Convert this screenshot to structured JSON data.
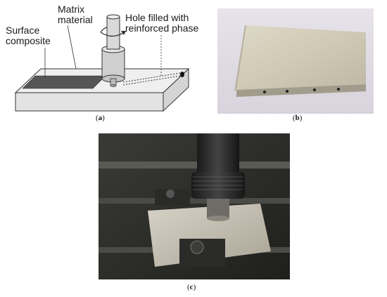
{
  "panel_a": {
    "label_surface_composite": [
      "Surface",
      "composite"
    ],
    "label_matrix_material": [
      "Matrix",
      "material"
    ],
    "label_hole": [
      "Hole filled with",
      "reinforced phase"
    ],
    "caption": "a"
  },
  "panel_b": {
    "caption": "b"
  },
  "panel_c": {
    "caption": "c"
  },
  "colors": {
    "plate_top": "#efefef",
    "plate_side": "#d9d9d9",
    "composite_track": "#555555",
    "tool": "#cfcfcf",
    "photo_metal": "#cfc9bb",
    "machine_dark": "#2b2b2b"
  }
}
